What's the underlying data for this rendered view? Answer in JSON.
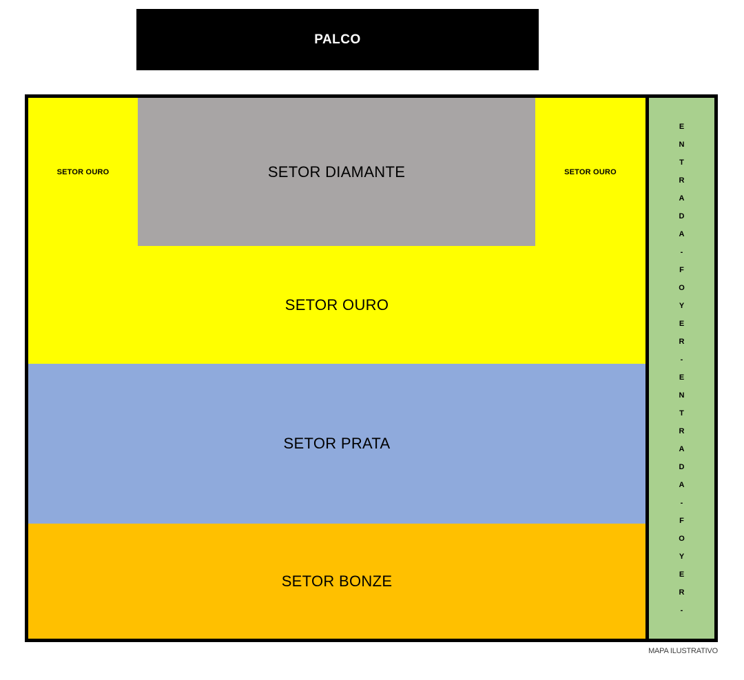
{
  "map": {
    "stage": {
      "label": "PALCO"
    },
    "sectors": [
      {
        "id": "ouro-left",
        "label": "SETOR OURO",
        "color": "#ffff00"
      },
      {
        "id": "diamante",
        "label": "SETOR DIAMANTE",
        "color": "#a8a5a5"
      },
      {
        "id": "ouro-right",
        "label": "SETOR OURO",
        "color": "#ffff00"
      },
      {
        "id": "ouro-main",
        "label": "SETOR OURO",
        "color": "#ffff00"
      },
      {
        "id": "prata",
        "label": "SETOR PRATA",
        "color": "#8faadc"
      },
      {
        "id": "bonze",
        "label": "SETOR BONZE",
        "color": "#ffc000"
      }
    ],
    "foyer": {
      "label": "ENTRADA - FOYER - ENTRADA - FOYER -",
      "characters": [
        "E",
        "N",
        "T",
        "R",
        "A",
        "D",
        "A",
        "-",
        "F",
        "O",
        "Y",
        "E",
        "R",
        "-",
        "E",
        "N",
        "T",
        "R",
        "A",
        "D",
        "A",
        "-",
        "F",
        "O",
        "Y",
        "E",
        "R",
        "-"
      ],
      "color": "#a9d08e"
    },
    "caption": "MAPA ILUSTRATIVO",
    "border_color": "#000000"
  }
}
